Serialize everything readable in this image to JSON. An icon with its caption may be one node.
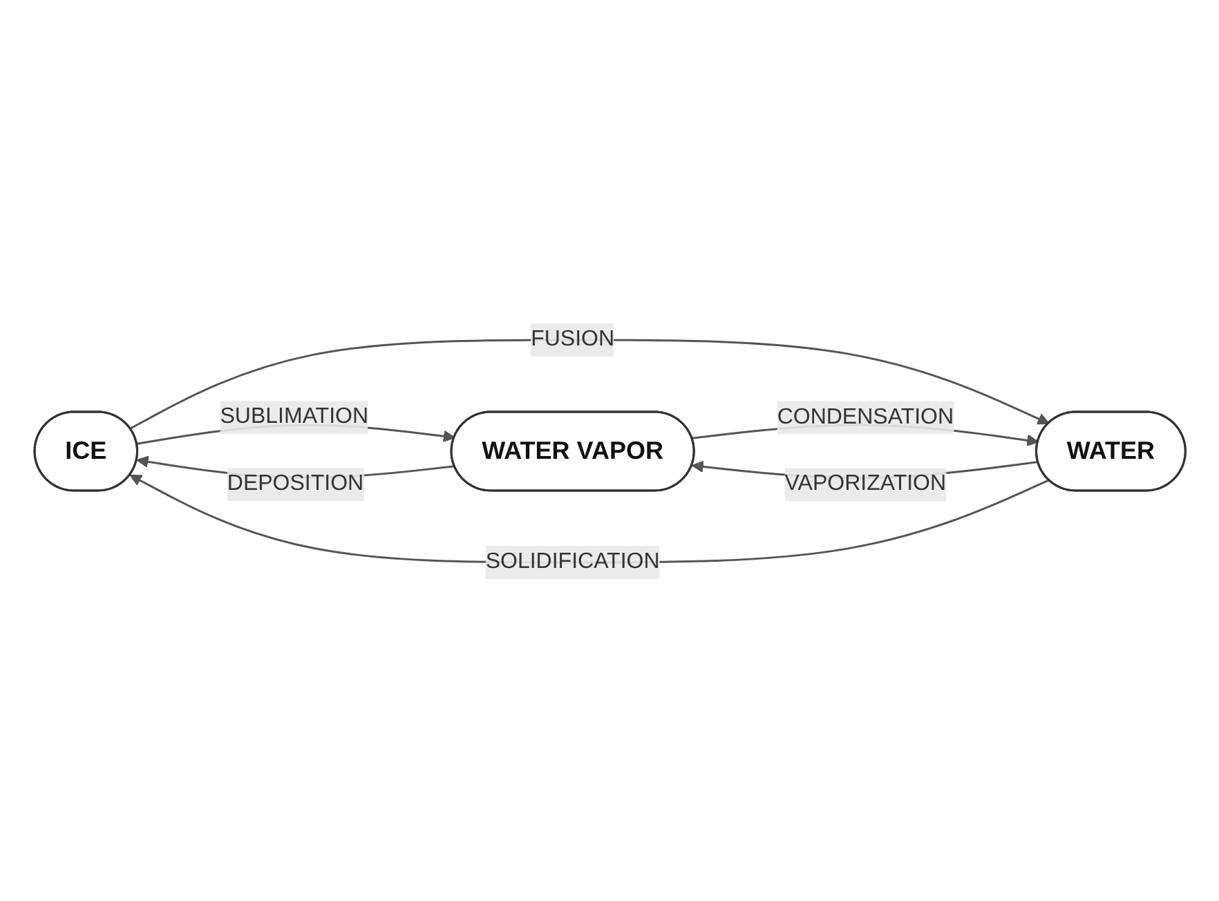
{
  "diagram": {
    "nodes": [
      {
        "text": [
          "ICE"
        ]
      },
      {
        "text": [
          "WATER"
        ]
      },
      {
        "text": [
          "WATER VAPOR"
        ]
      }
    ],
    "edges": [
      {
        "from": 0,
        "to": 2,
        "arrow": "to",
        "label": "SUBLIMATION"
      },
      {
        "from": 0,
        "to": 1,
        "arrow": "to",
        "label": "FUSION"
      },
      {
        "from": 1,
        "to": 2,
        "arrow": "to",
        "label": "VAPORIZATION"
      },
      {
        "from": 2,
        "to": 1,
        "arrow": "to",
        "label": "CONDENSATION"
      },
      {
        "from": 1,
        "to": 0,
        "arrow": "to",
        "label": "SOLIDIFICATION"
      },
      {
        "from": 2,
        "to": 0,
        "arrow": "to",
        "label": "DEPOSITION"
      }
    ]
  }
}
